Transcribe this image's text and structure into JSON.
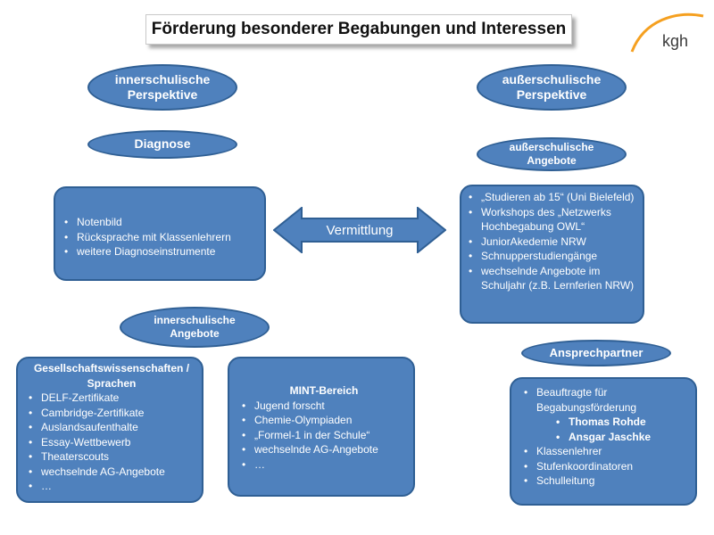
{
  "title": "Förderung besonderer Begabungen und Interessen",
  "logo": {
    "text": "kgh"
  },
  "ellipses": {
    "inner_perspective": [
      "innerschulische",
      "Perspektive"
    ],
    "outer_perspective": [
      "außerschulische",
      "Perspektive"
    ],
    "diagnose": [
      "Diagnose"
    ],
    "outer_offers": [
      "außerschulische",
      "Angebote"
    ],
    "inner_offers": [
      "innerschulische",
      "Angebote"
    ],
    "contacts": [
      "Ansprechpartner"
    ]
  },
  "arrow": {
    "label": "Vermittlung"
  },
  "diagnose_box": {
    "items": [
      "Notenbild",
      "Rücksprache mit Klassenlehrern",
      "weitere Diagnoseinstrumente"
    ]
  },
  "outer_box": {
    "items": [
      "„Studieren ab 15“ (Uni Bielefeld)",
      "Workshops des „Netzwerks Hochbegabung OWL“",
      "JuniorAkedemie NRW",
      "Schnupperstudiengänge",
      "wechselnde Angebote im Schuljahr (z.B. Lernferien NRW)"
    ]
  },
  "lang_box": {
    "heading": [
      "Gesellschaftswissenschaften /",
      "Sprachen"
    ],
    "items": [
      "DELF-Zertifikate",
      "Cambridge-Zertifikate",
      "Auslandsaufenthalte",
      "Essay-Wettbewerb",
      "Theaterscouts",
      "wechselnde AG-Angebote",
      "…"
    ]
  },
  "mint_box": {
    "heading": "MINT-Bereich",
    "items": [
      "Jugend forscht",
      "Chemie-Olympiaden",
      "„Formel-1 in der Schule“",
      "wechselnde AG-Angebote",
      "…"
    ]
  },
  "contacts_box": {
    "items": [
      "Beauftragte für Begabungsförderung",
      "Klassenlehrer",
      "Stufenkoordinatoren",
      "Schulleitung"
    ],
    "sub_items": [
      "Thomas Rohde",
      "Ansgar Jaschke"
    ]
  },
  "colors": {
    "shape_fill": "#4f81bd",
    "shape_border": "#2f5f94",
    "logo_orange": "#f5a020"
  }
}
